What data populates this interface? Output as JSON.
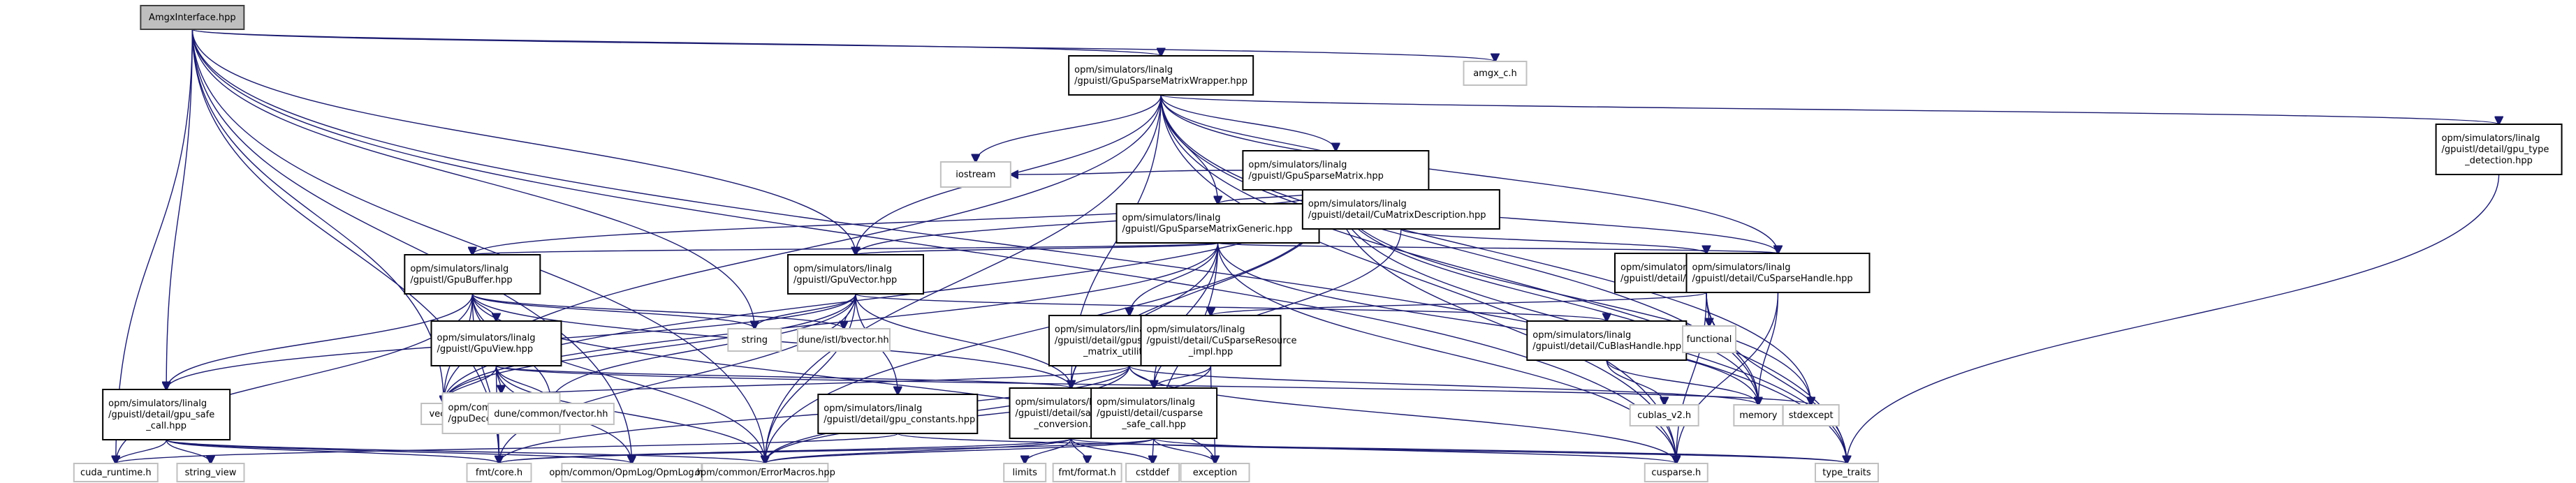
{
  "diagram": {
    "title": "AmgxInterface.hpp include dependency graph",
    "colors": {
      "edge": "#191970",
      "root_fill": "#bfbfbf",
      "root_border": "#404040",
      "project_border": "#000000",
      "system_border": "#c0c0c0",
      "node_fill": "#ffffff"
    },
    "nodes": [
      {
        "id": "root",
        "kind": "root",
        "lines": [
          "AmgxInterface.hpp"
        ]
      },
      {
        "id": "wrapper",
        "kind": "project",
        "lines": [
          "opm/simulators/linalg",
          "/gpuistl/GpuSparseMatrixWrapper.hpp"
        ]
      },
      {
        "id": "amgx_c",
        "kind": "system",
        "lines": [
          "amgx_c.h"
        ]
      },
      {
        "id": "gpu_type_detection",
        "kind": "project",
        "lines": [
          "opm/simulators/linalg",
          "/gpuistl/detail/gpu_type",
          "_detection.hpp"
        ]
      },
      {
        "id": "sparse_matrix",
        "kind": "project",
        "lines": [
          "opm/simulators/linalg",
          "/gpuistl/GpuSparseMatrix.hpp"
        ]
      },
      {
        "id": "iostream",
        "kind": "system",
        "lines": [
          "iostream"
        ]
      },
      {
        "id": "sparse_generic",
        "kind": "project",
        "lines": [
          "opm/simulators/linalg",
          "/gpuistl/GpuSparseMatrixGeneric.hpp"
        ]
      },
      {
        "id": "cu_matrix_desc",
        "kind": "project",
        "lines": [
          "opm/simulators/linalg",
          "/gpuistl/detail/CuMatrixDescription.hpp"
        ]
      },
      {
        "id": "gpu_buffer",
        "kind": "project",
        "lines": [
          "opm/simulators/linalg",
          "/gpuistl/GpuBuffer.hpp"
        ]
      },
      {
        "id": "gpu_vector",
        "kind": "project",
        "lines": [
          "opm/simulators/linalg",
          "/gpuistl/GpuVector.hpp"
        ]
      },
      {
        "id": "cusparse_resource",
        "kind": "project",
        "lines": [
          "opm/simulators/linalg",
          "/gpuistl/detail/CuSparseResource.hpp"
        ]
      },
      {
        "id": "cusparse_handle",
        "kind": "project",
        "lines": [
          "opm/simulators/linalg",
          "/gpuistl/detail/CuSparseHandle.hpp"
        ]
      },
      {
        "id": "gpu_view",
        "kind": "project",
        "lines": [
          "opm/simulators/linalg",
          "/gpuistl/GpuView.hpp"
        ]
      },
      {
        "id": "string",
        "kind": "system",
        "lines": [
          "string"
        ]
      },
      {
        "id": "bvector",
        "kind": "system",
        "lines": [
          "dune/istl/bvector.hh"
        ]
      },
      {
        "id": "gpusparse_utils",
        "kind": "project",
        "lines": [
          "opm/simulators/linalg",
          "/gpuistl/detail/gpusparse",
          "_matrix_utilities.hpp"
        ]
      },
      {
        "id": "cusparse_resource_impl",
        "kind": "project",
        "lines": [
          "opm/simulators/linalg",
          "/gpuistl/detail/CuSparseResource",
          "_impl.hpp"
        ]
      },
      {
        "id": "cublas_handle",
        "kind": "project",
        "lines": [
          "opm/simulators/linalg",
          "/gpuistl/detail/CuBlasHandle.hpp"
        ]
      },
      {
        "id": "functional",
        "kind": "system",
        "lines": [
          "functional"
        ]
      },
      {
        "id": "gpu_safe_call",
        "kind": "project",
        "lines": [
          "opm/simulators/linalg",
          "/gpuistl/detail/gpu_safe",
          "_call.hpp"
        ]
      },
      {
        "id": "vector",
        "kind": "system",
        "lines": [
          "vector"
        ]
      },
      {
        "id": "gpu_decorators",
        "kind": "system",
        "lines": [
          "opm/common/utility",
          "/gpuDecorators.hpp"
        ]
      },
      {
        "id": "fvector",
        "kind": "system",
        "lines": [
          "dune/common/fvector.hh"
        ]
      },
      {
        "id": "gpu_constants",
        "kind": "project",
        "lines": [
          "opm/simulators/linalg",
          "/gpuistl/detail/gpu_constants.hpp"
        ]
      },
      {
        "id": "safe_conversion",
        "kind": "project",
        "lines": [
          "opm/simulators/linalg",
          "/gpuistl/detail/safe",
          "_conversion.hpp"
        ]
      },
      {
        "id": "cusparse_safe_call",
        "kind": "project",
        "lines": [
          "opm/simulators/linalg",
          "/gpuistl/detail/cusparse",
          "_safe_call.hpp"
        ]
      },
      {
        "id": "cublas_v2",
        "kind": "system",
        "lines": [
          "cublas_v2.h"
        ]
      },
      {
        "id": "memory",
        "kind": "system",
        "lines": [
          "memory"
        ]
      },
      {
        "id": "stdexcept",
        "kind": "system",
        "lines": [
          "stdexcept"
        ]
      },
      {
        "id": "cuda_runtime",
        "kind": "system",
        "lines": [
          "cuda_runtime.h"
        ]
      },
      {
        "id": "string_view",
        "kind": "system",
        "lines": [
          "string_view"
        ]
      },
      {
        "id": "fmt_core",
        "kind": "system",
        "lines": [
          "fmt/core.h"
        ]
      },
      {
        "id": "opmlog",
        "kind": "system",
        "lines": [
          "opm/common/OpmLog/OpmLog.hpp"
        ]
      },
      {
        "id": "error_macros",
        "kind": "system",
        "lines": [
          "opm/common/ErrorMacros.hpp"
        ]
      },
      {
        "id": "limits",
        "kind": "system",
        "lines": [
          "limits"
        ]
      },
      {
        "id": "fmt_format",
        "kind": "system",
        "lines": [
          "fmt/format.h"
        ]
      },
      {
        "id": "cstddef",
        "kind": "system",
        "lines": [
          "cstddef"
        ]
      },
      {
        "id": "exception",
        "kind": "system",
        "lines": [
          "exception"
        ]
      },
      {
        "id": "cusparse_h",
        "kind": "system",
        "lines": [
          "cusparse.h"
        ]
      },
      {
        "id": "type_traits",
        "kind": "system",
        "lines": [
          "type_traits"
        ]
      }
    ],
    "edges": [
      [
        "root",
        "wrapper"
      ],
      [
        "root",
        "amgx_c"
      ],
      [
        "root",
        "gpu_vector"
      ],
      [
        "root",
        "gpu_safe_call"
      ],
      [
        "root",
        "vector"
      ],
      [
        "root",
        "string"
      ],
      [
        "root",
        "cuda_runtime"
      ],
      [
        "root",
        "fmt_core"
      ],
      [
        "root",
        "error_macros"
      ],
      [
        "root",
        "cusparse_h"
      ],
      [
        "root",
        "type_traits"
      ],
      [
        "root",
        "opmlog"
      ],
      [
        "wrapper",
        "gpu_type_detection"
      ],
      [
        "wrapper",
        "sparse_matrix"
      ],
      [
        "wrapper",
        "sparse_generic"
      ],
      [
        "wrapper",
        "cu_matrix_desc"
      ],
      [
        "wrapper",
        "gpu_vector"
      ],
      [
        "wrapper",
        "iostream"
      ],
      [
        "wrapper",
        "cusparse_handle"
      ],
      [
        "wrapper",
        "safe_conversion"
      ],
      [
        "wrapper",
        "memory"
      ],
      [
        "wrapper",
        "stdexcept"
      ],
      [
        "wrapper",
        "cusparse_h"
      ],
      [
        "wrapper",
        "type_traits"
      ],
      [
        "wrapper",
        "vector"
      ],
      [
        "wrapper",
        "error_macros"
      ],
      [
        "gpu_type_detection",
        "type_traits"
      ],
      [
        "sparse_matrix",
        "sparse_generic"
      ],
      [
        "sparse_matrix",
        "cu_matrix_desc"
      ],
      [
        "sparse_matrix",
        "gpu_vector"
      ],
      [
        "sparse_matrix",
        "gpu_buffer"
      ],
      [
        "sparse_matrix",
        "iostream"
      ],
      [
        "sparse_matrix",
        "cusparse_handle"
      ],
      [
        "sparse_matrix",
        "safe_conversion"
      ],
      [
        "sparse_matrix",
        "memory"
      ],
      [
        "sparse_matrix",
        "stdexcept"
      ],
      [
        "sparse_matrix",
        "cusparse_h"
      ],
      [
        "sparse_matrix",
        "type_traits"
      ],
      [
        "sparse_matrix",
        "vector"
      ],
      [
        "sparse_matrix",
        "error_macros"
      ],
      [
        "sparse_generic",
        "gpu_buffer"
      ],
      [
        "sparse_generic",
        "gpu_vector"
      ],
      [
        "sparse_generic",
        "gpusparse_utils"
      ],
      [
        "sparse_generic",
        "safe_conversion"
      ],
      [
        "sparse_generic",
        "cusparse_safe_call"
      ],
      [
        "sparse_generic",
        "cusparse_handle"
      ],
      [
        "sparse_generic",
        "cusparse_h"
      ],
      [
        "sparse_generic",
        "vector"
      ],
      [
        "sparse_generic",
        "memory"
      ],
      [
        "sparse_generic",
        "cstddef"
      ],
      [
        "cu_matrix_desc",
        "cusparse_resource"
      ],
      [
        "cu_matrix_desc",
        "cusparse_safe_call"
      ],
      [
        "gpu_buffer",
        "gpu_view"
      ],
      [
        "gpu_buffer",
        "gpu_safe_call"
      ],
      [
        "gpu_buffer",
        "vector"
      ],
      [
        "gpu_buffer",
        "string"
      ],
      [
        "gpu_buffer",
        "bvector"
      ],
      [
        "gpu_buffer",
        "fvector"
      ],
      [
        "gpu_buffer",
        "safe_conversion"
      ],
      [
        "gpu_buffer",
        "fmt_core"
      ],
      [
        "gpu_buffer",
        "error_macros"
      ],
      [
        "gpu_buffer",
        "cuda_runtime"
      ],
      [
        "gpu_buffer",
        "exception"
      ],
      [
        "gpu_vector",
        "string"
      ],
      [
        "gpu_vector",
        "bvector"
      ],
      [
        "gpu_vector",
        "fvector"
      ],
      [
        "gpu_vector",
        "gpu_constants"
      ],
      [
        "gpu_vector",
        "safe_conversion"
      ],
      [
        "gpu_vector",
        "cublas_handle"
      ],
      [
        "gpu_vector",
        "vector"
      ],
      [
        "gpu_vector",
        "fmt_core"
      ],
      [
        "gpu_vector",
        "error_macros"
      ],
      [
        "gpu_vector",
        "gpu_safe_call"
      ],
      [
        "cusparse_resource",
        "cusparse_resource_impl"
      ],
      [
        "cusparse_resource",
        "functional"
      ],
      [
        "cusparse_resource",
        "cusparse_h"
      ],
      [
        "cusparse_resource",
        "memory"
      ],
      [
        "cusparse_resource",
        "type_traits"
      ],
      [
        "cusparse_handle",
        "memory"
      ],
      [
        "cusparse_handle",
        "cusparse_h"
      ],
      [
        "gpu_view",
        "vector"
      ],
      [
        "gpu_view",
        "gpu_decorators"
      ],
      [
        "gpu_view",
        "fvector"
      ],
      [
        "gpu_view",
        "safe_conversion"
      ],
      [
        "gpu_view",
        "fmt_core"
      ],
      [
        "gpu_view",
        "error_macros"
      ],
      [
        "gpu_view",
        "stdexcept"
      ],
      [
        "gpu_view",
        "opmlog"
      ],
      [
        "gpusparse_utils",
        "vector"
      ],
      [
        "gpusparse_utils",
        "safe_conversion"
      ],
      [
        "gpusparse_utils",
        "cusparse_safe_call"
      ],
      [
        "gpusparse_utils",
        "fmt_core"
      ],
      [
        "gpusparse_utils",
        "error_macros"
      ],
      [
        "gpusparse_utils",
        "cusparse_h"
      ],
      [
        "gpusparse_utils",
        "memory"
      ],
      [
        "cusparse_resource_impl",
        "cusparse_safe_call"
      ],
      [
        "cusparse_resource_impl",
        "exception"
      ],
      [
        "cusparse_resource_impl",
        "error_macros"
      ],
      [
        "cublas_handle",
        "cublas_v2"
      ],
      [
        "cublas_handle",
        "memory"
      ],
      [
        "gpu_safe_call",
        "cuda_runtime"
      ],
      [
        "gpu_safe_call",
        "string_view"
      ],
      [
        "gpu_safe_call",
        "fmt_core"
      ],
      [
        "gpu_safe_call",
        "error_macros"
      ],
      [
        "gpu_safe_call",
        "opmlog"
      ],
      [
        "gpu_constants",
        "cuda_runtime"
      ],
      [
        "gpu_constants",
        "type_traits"
      ],
      [
        "safe_conversion",
        "limits"
      ],
      [
        "safe_conversion",
        "fmt_format"
      ],
      [
        "safe_conversion",
        "cstddef"
      ],
      [
        "safe_conversion",
        "error_macros"
      ],
      [
        "safe_conversion",
        "fmt_core"
      ],
      [
        "safe_conversion",
        "type_traits"
      ],
      [
        "cusparse_safe_call",
        "exception"
      ],
      [
        "cusparse_safe_call",
        "cusparse_h"
      ],
      [
        "cusparse_safe_call",
        "error_macros"
      ],
      [
        "cusparse_safe_call",
        "fmt_core"
      ]
    ]
  }
}
